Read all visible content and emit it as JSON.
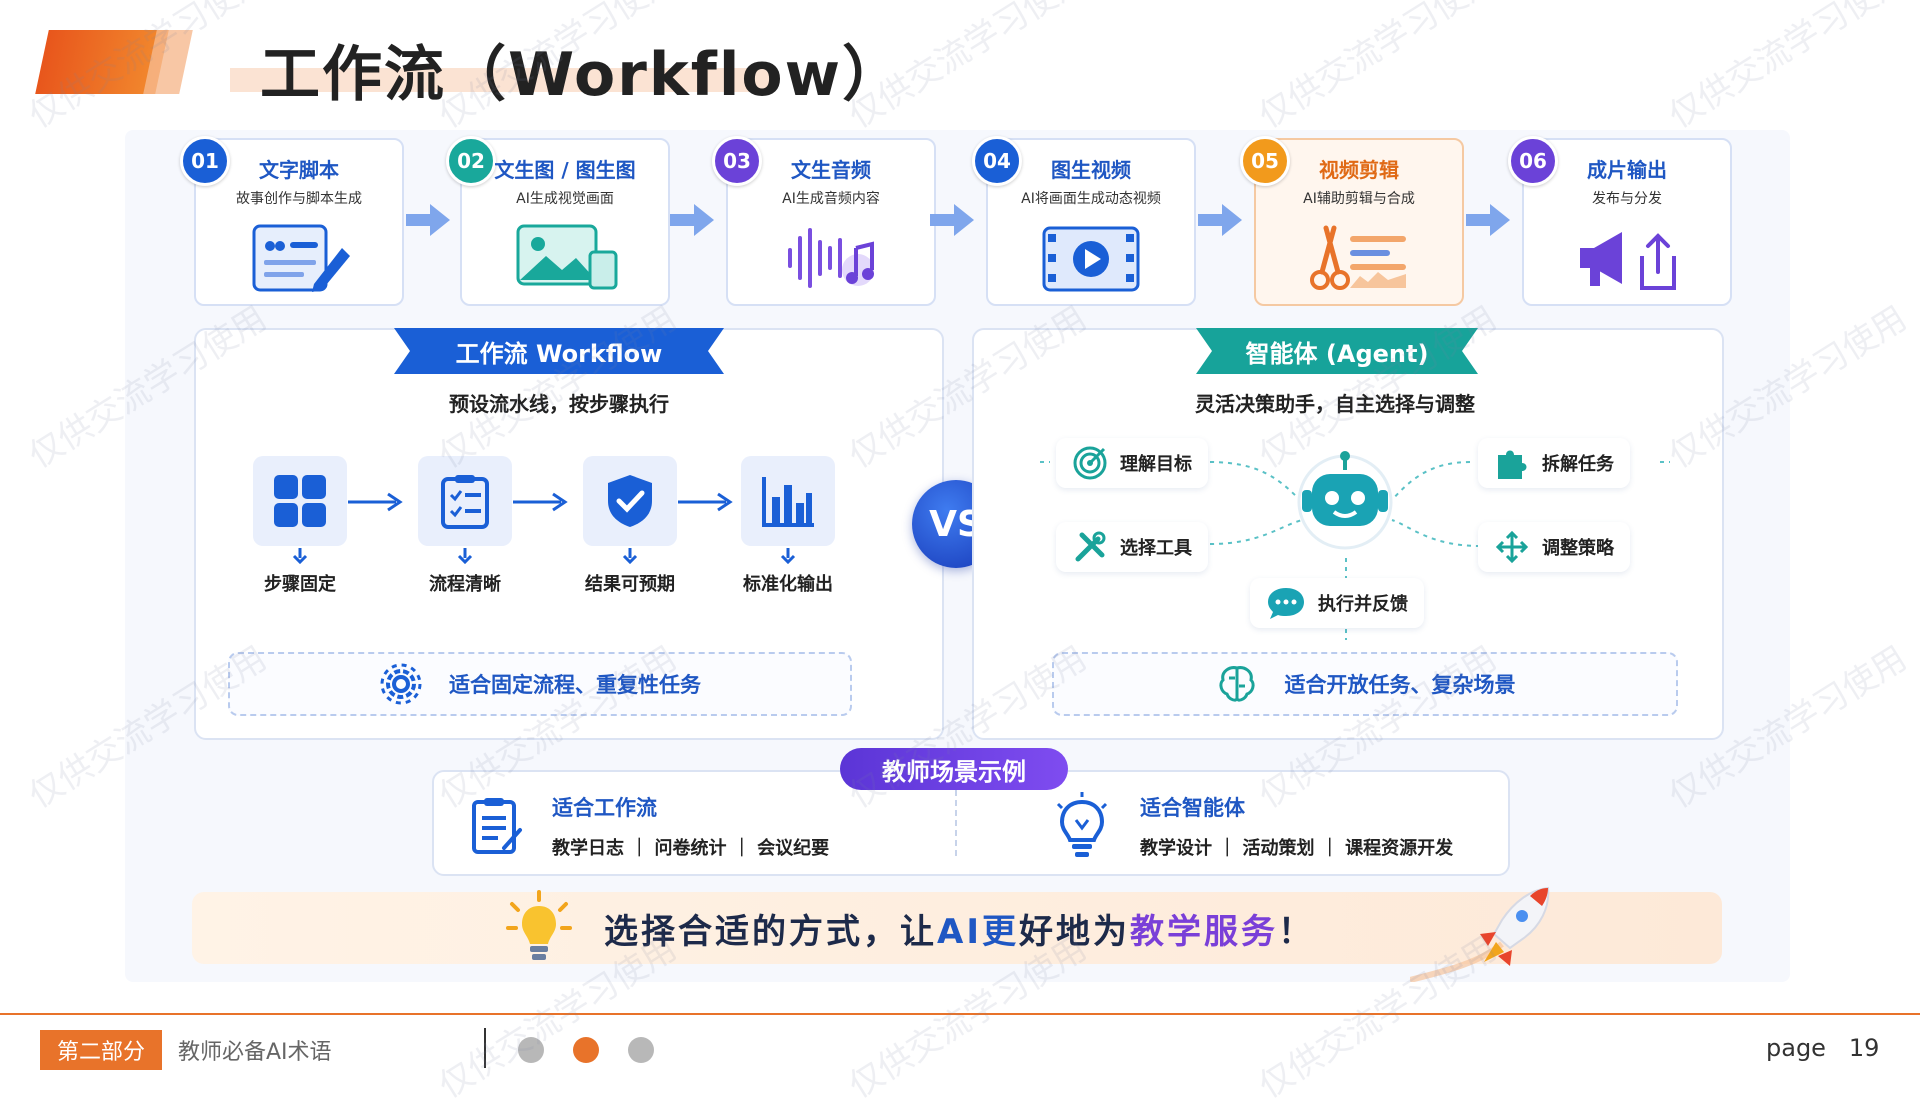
{
  "header": {
    "title": "工作流（Workflow）"
  },
  "steps": [
    {
      "num": "01",
      "title": "文字脚本",
      "sub": "故事创作与脚本生成",
      "color": "#1a5fd6",
      "icon": "script-pen-icon"
    },
    {
      "num": "02",
      "title": "文生图 / 图生图",
      "sub": "AI生成视觉画面",
      "color": "#19a89b",
      "icon": "image-icon"
    },
    {
      "num": "03",
      "title": "文生音频",
      "sub": "AI生成音频内容",
      "color": "#6b42d8",
      "icon": "audio-wave-icon"
    },
    {
      "num": "04",
      "title": "图生视频",
      "sub": "AI将画面生成动态视频",
      "color": "#1a5fd6",
      "icon": "video-play-icon"
    },
    {
      "num": "05",
      "title": "视频剪辑",
      "sub": "AI辅助剪辑与合成",
      "color": "#f29a1c",
      "icon": "scissors-timeline-icon"
    },
    {
      "num": "06",
      "title": "成片输出",
      "sub": "发布与分发",
      "color": "#6b42d8",
      "icon": "megaphone-share-icon"
    }
  ],
  "workflow": {
    "ribbon": "工作流 Workflow",
    "caption": "预设流水线，按步骤执行",
    "items": [
      {
        "label": "步骤固定",
        "icon": "grid-icon"
      },
      {
        "label": "流程清晰",
        "icon": "checklist-icon"
      },
      {
        "label": "结果可预期",
        "icon": "shield-check-icon"
      },
      {
        "label": "标准化输出",
        "icon": "bar-chart-icon"
      }
    ],
    "suit": "适合固定流程、重复性任务"
  },
  "vs": "VS",
  "agent": {
    "ribbon": "智能体 (Agent)",
    "caption": "灵活决策助手，自主选择与调整",
    "items": [
      {
        "label": "理解目标",
        "icon": "target-icon"
      },
      {
        "label": "拆解任务",
        "icon": "puzzle-icon"
      },
      {
        "label": "选择工具",
        "icon": "tools-icon"
      },
      {
        "label": "调整策略",
        "icon": "strategy-arrows-icon"
      },
      {
        "label": "执行并反馈",
        "icon": "chat-bubble-icon"
      }
    ],
    "suit": "适合开放任务、复杂场景"
  },
  "scenario": {
    "pill": "教师场景示例",
    "left_title": "适合工作流",
    "left_items": "教学日志 ｜ 问卷统计 ｜ 会议纪要",
    "right_title": "适合智能体",
    "right_items": "教学设计 ｜ 活动策划 ｜ 课程资源开发"
  },
  "banner": {
    "p1": "选择合适的方式，让",
    "p2": "AI更",
    "p3": "好地为",
    "p4": "教学服务",
    "p5": "！"
  },
  "footer": {
    "section": "第二部分",
    "section_name": "教师必备AI术语",
    "page_label": "page",
    "page_num": "19"
  },
  "watermark": "仅供交流学习使用",
  "colors": {
    "accent": "#e8732a",
    "blue": "#1f57c3",
    "teal": "#19a89b",
    "purple": "#6b42d8"
  }
}
